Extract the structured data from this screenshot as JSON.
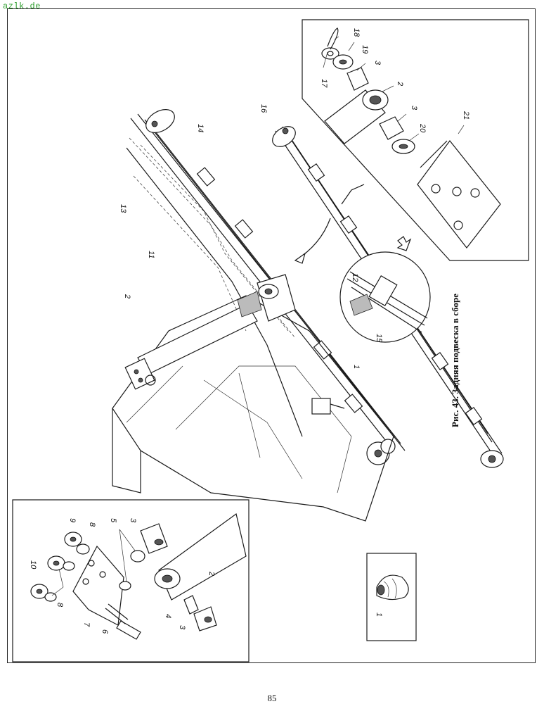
{
  "watermark": "azlk.de",
  "caption": {
    "label": "Рис. 43.",
    "text": "Задняя подвеска в сборе"
  },
  "page_number": "85",
  "callouts": {
    "main": [
      "14",
      "16",
      "13",
      "11",
      "2",
      "12",
      "15",
      "1"
    ],
    "inset_top": [
      "17",
      "18",
      "19",
      "3",
      "2",
      "3",
      "20",
      "21"
    ],
    "inset_bottom": [
      "9",
      "8",
      "5",
      "3",
      "10",
      "8",
      "7",
      "6",
      "4",
      "3",
      "2"
    ],
    "inset_small": [
      "1"
    ]
  }
}
